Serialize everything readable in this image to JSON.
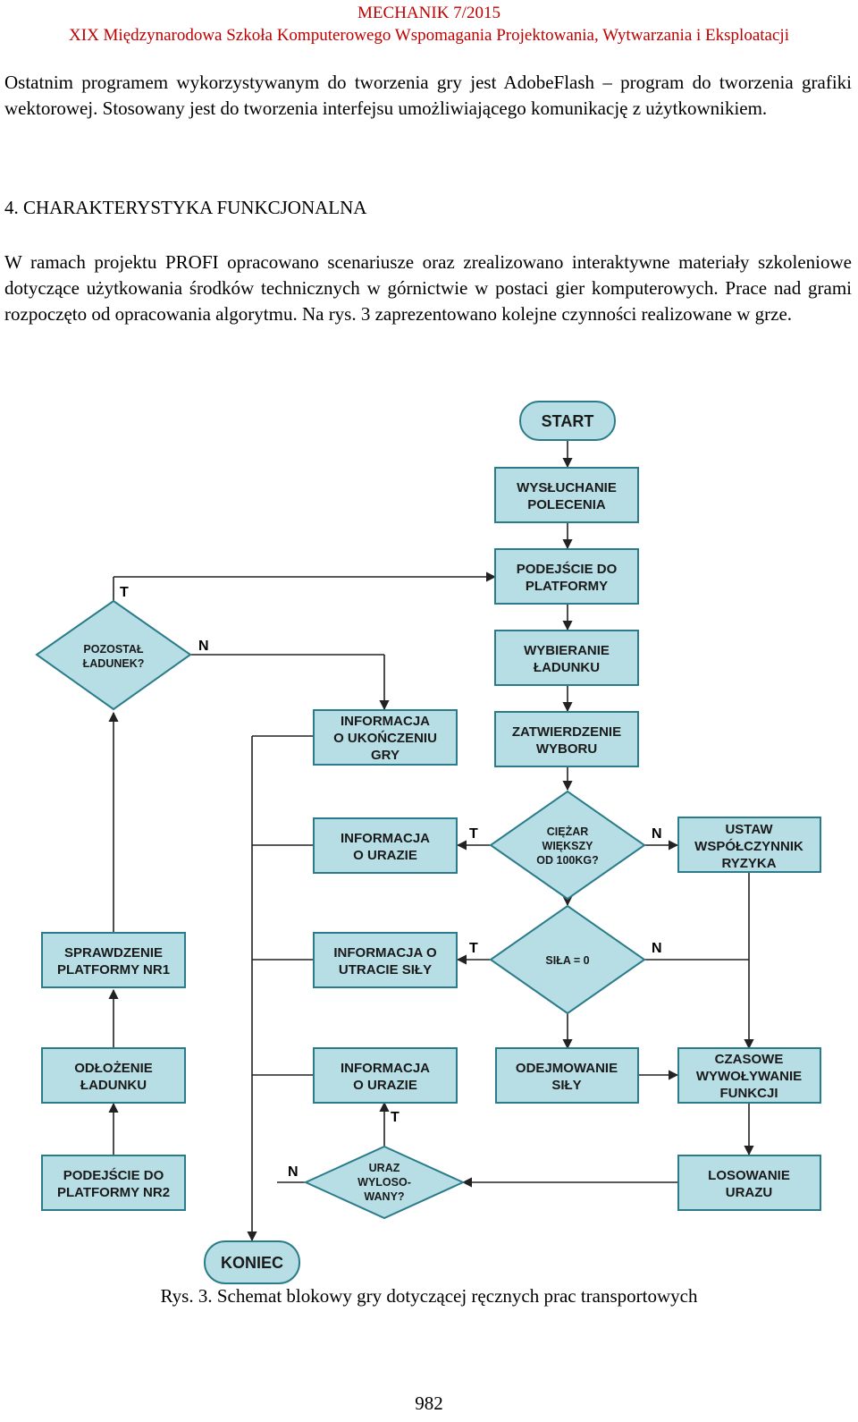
{
  "header": {
    "line1": "MECHANIK 7/2015",
    "line2": "XIX Międzynarodowa Szkoła Komputerowego Wspomagania Projektowania, Wytwarzania i Eksploatacji"
  },
  "paragraph1": "Ostatnim programem wykorzystywanym do tworzenia gry jest AdobeFlash – program do tworzenia grafiki wektorowej. Stosowany jest do tworzenia interfejsu umożliwiającego komunikację z użytkownikiem.",
  "section_title": "4. CHARAKTERYSTYKA FUNKCJONALNA",
  "paragraph2": "W ramach projektu PROFI opracowano scenariusze oraz zrealizowano interaktywne materiały szkoleniowe dotyczące użytkowania środków technicznych w górnictwie w postaci gier komputerowych. Prace nad grami rozpoczęto od opracowania algorytmu. Na rys. 3 zaprezentowano kolejne czynności realizowane w grze.",
  "flowchart": {
    "start": "START",
    "wysluchanie": [
      "WYSŁUCHANIE",
      "POLECENIA"
    ],
    "podejscie": [
      "PODEJŚCIE DO",
      "PLATFORMY"
    ],
    "wybieranie": [
      "WYBIERANIE",
      "ŁADUNKU"
    ],
    "zatwierdzenie": [
      "ZATWIERDZENIE",
      "WYBORU"
    ],
    "ciezar": [
      "CIĘŻAR",
      "WIĘKSZY",
      "OD 100KG?"
    ],
    "ustaw": [
      "USTAW",
      "WSPÓŁCZYNNIK",
      "RYZYKA"
    ],
    "info_uraz1": [
      "INFORMACJA",
      "O URAZIE"
    ],
    "info_koniec": [
      "INFORMACJA",
      "O UKOŃCZENIU",
      "GRY"
    ],
    "pozostal": [
      "POZOSTAŁ",
      "ŁADUNEK?"
    ],
    "sila": "SIŁA = 0",
    "info_sila": [
      "INFORMACJA O",
      "UTRACIE SIŁY"
    ],
    "sprawdzenie": [
      "SPRAWDZENIE",
      "PLATFORMY NR1"
    ],
    "odlozenie": [
      "ODŁOŻENIE",
      "ŁADUNKU"
    ],
    "info_uraz2": [
      "INFORMACJA",
      "O URAZIE"
    ],
    "odejmowanie": [
      "ODEJMOWANIE",
      "SIŁY"
    ],
    "czasowe": [
      "CZASOWE",
      "WYWOŁYWANIE",
      "FUNKCJI"
    ],
    "podejscie2": [
      "PODEJŚCIE DO",
      "PLATFORMY NR2"
    ],
    "uraz": [
      "URAZ",
      "WYLOSO-",
      "WANY?"
    ],
    "losowanie": [
      "LOSOWANIE",
      "URAZU"
    ],
    "koniec": "KONIEC",
    "label_t": "T",
    "label_n": "N"
  },
  "caption": "Rys. 3. Schemat blokowy gry dotyczącej ręcznych prac transportowych",
  "page_number": "982",
  "colors": {
    "header": "#c00000",
    "box_fill": "#b7dde5",
    "box_stroke": "#2b7c8a"
  }
}
